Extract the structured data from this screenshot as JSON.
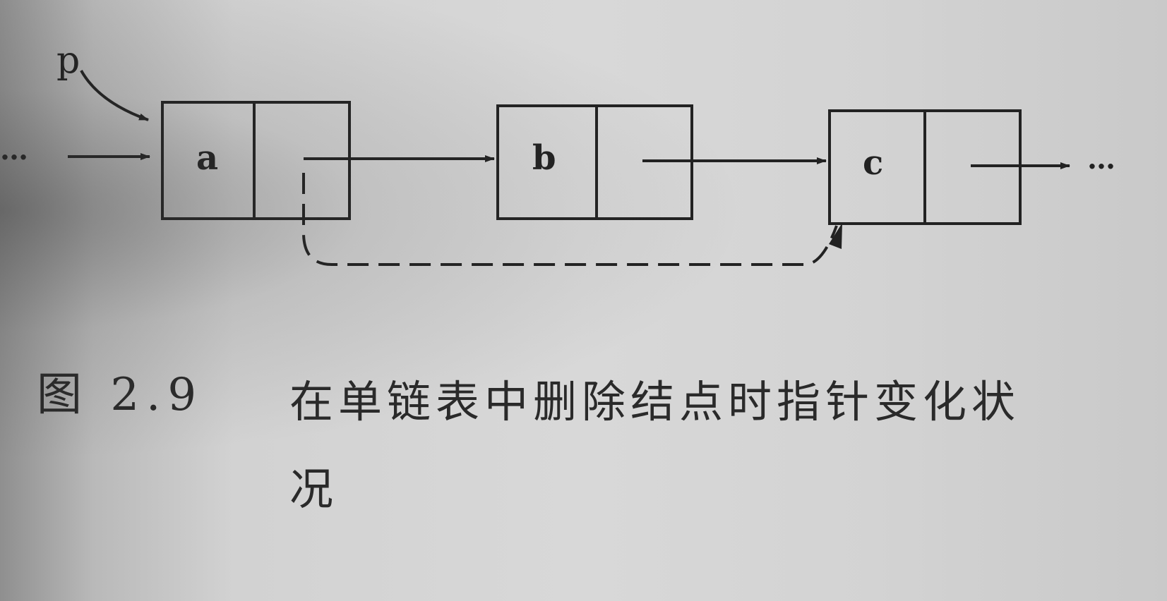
{
  "diagram": {
    "pointer_label": "p",
    "ellipsis": "…",
    "nodes": [
      {
        "label": "a"
      },
      {
        "label": "b"
      },
      {
        "label": "c"
      }
    ]
  },
  "caption": {
    "number": "图 2.9",
    "text": "在单链表中删除结点时指针变化状况"
  }
}
